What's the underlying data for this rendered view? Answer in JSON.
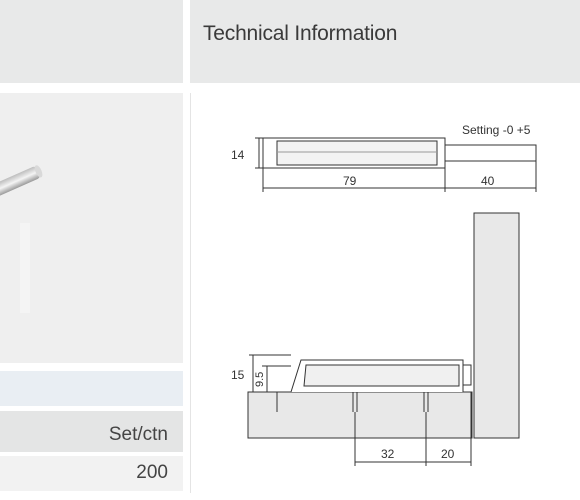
{
  "header": {
    "title": "Technical Information"
  },
  "table": {
    "column_header": "Set/ctn",
    "value": "200"
  },
  "drawing": {
    "top_view": {
      "height_dim": "14",
      "body_length": "79",
      "plunger_length": "40",
      "setting_note": "Setting -0 +5"
    },
    "side_view": {
      "height_dim": "15",
      "inner_height_dim": "9.5",
      "hole_spacing": "32",
      "edge_offset": "20"
    }
  }
}
